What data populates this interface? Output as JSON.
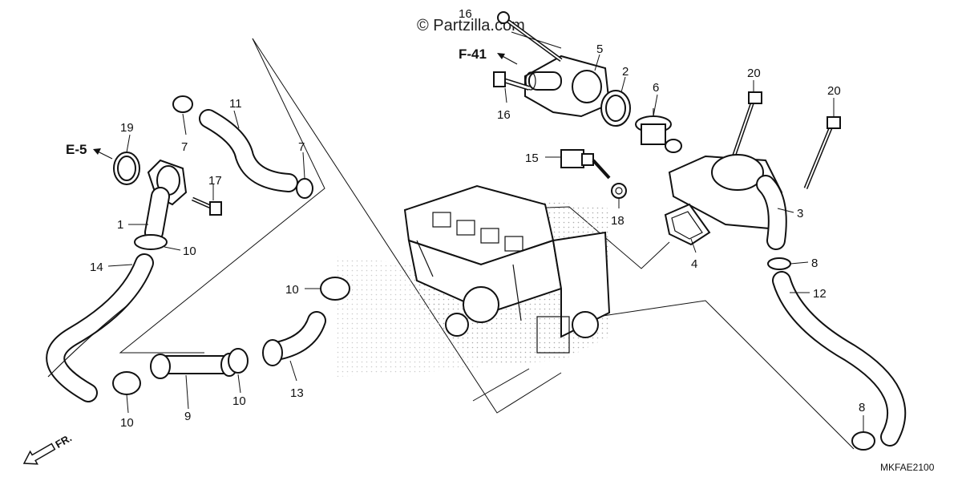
{
  "watermark": "© Partzilla.com",
  "diagram_code": "MKFAE2100",
  "front_arrow_label": "FR.",
  "refs": {
    "f41": "F-41",
    "e5": "E-5"
  },
  "callouts": {
    "c1": "1",
    "c2": "2",
    "c3": "3",
    "c4": "4",
    "c5": "5",
    "c6": "6",
    "c7a": "7",
    "c7b": "7",
    "c8a": "8",
    "c8b": "8",
    "c9": "9",
    "c10a": "10",
    "c10b": "10",
    "c10c": "10",
    "c10d": "10",
    "c11": "11",
    "c12": "12",
    "c13": "13",
    "c14": "14",
    "c15": "15",
    "c16a": "16",
    "c16b": "16",
    "c17": "17",
    "c18": "18",
    "c19": "19",
    "c20a": "20",
    "c20b": "20"
  }
}
